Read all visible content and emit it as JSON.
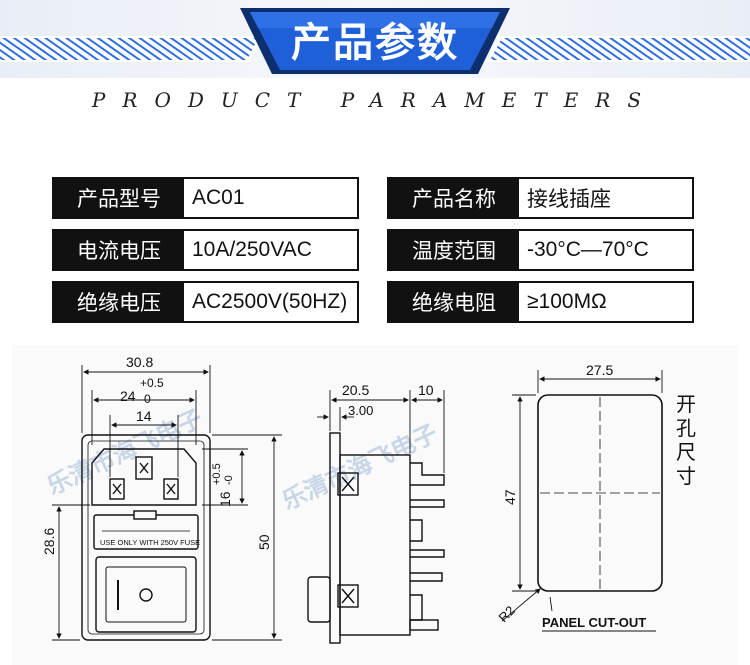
{
  "header": {
    "title": "产品参数",
    "subtitle": "PRODUCT PARAMETERS",
    "accent_color": "#1f5fd8",
    "dark_color": "#0d2f6e"
  },
  "params": [
    {
      "label": "产品型号",
      "value": "AC01"
    },
    {
      "label": "产品名称",
      "value": "接线插座"
    },
    {
      "label": "电流电压",
      "value": "10A/250VAC"
    },
    {
      "label": "温度范围",
      "value": "-30°C—70°C"
    },
    {
      "label": "绝缘电压",
      "value": "AC2500V(50HZ)"
    },
    {
      "label": "绝缘电阻",
      "value": "≥100MΩ"
    }
  ],
  "drawing": {
    "front": {
      "width_total": "30.8",
      "width_inner": "24",
      "tol_upper": "+0.5",
      "tol_lower": "-0",
      "width_pins": "14",
      "height_socket": "16",
      "height_tol_upper": "+0.5",
      "height_tol_lower": "-0",
      "height_lower": "28.6",
      "height_total": "50",
      "fuse_label": "USE ONLY WITH 250V FUSE"
    },
    "side": {
      "depth": "20.5",
      "flange": "3.00",
      "terminal": "10"
    },
    "cutout": {
      "width": "27.5",
      "height": "47",
      "radius": "R2",
      "label": "PANEL CUT-OUT",
      "note_chars": [
        "开",
        "孔",
        "尺",
        "寸"
      ]
    },
    "watermark": "乐清市海飞电子"
  }
}
